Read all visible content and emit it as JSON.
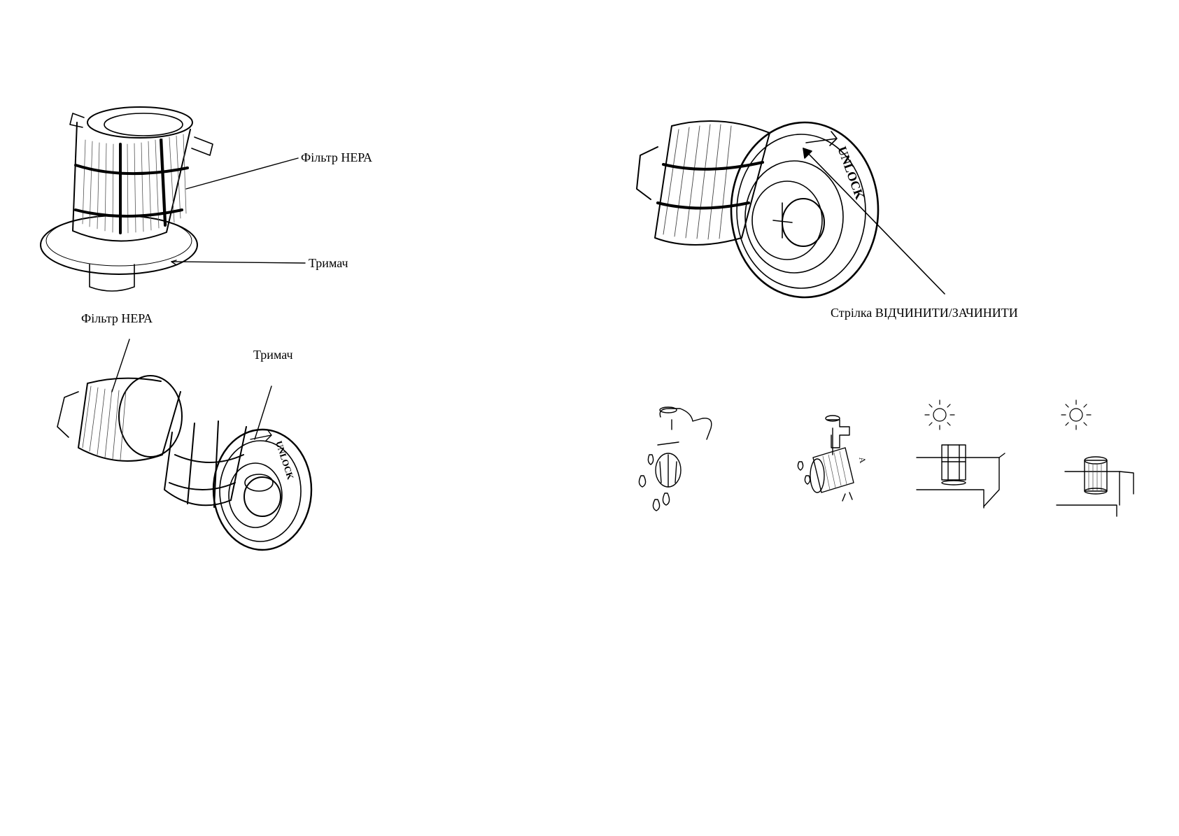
{
  "labels": {
    "hepa_filter_top": "Фільтр НЕРА",
    "holder_top": "Тримач",
    "hepa_filter_bottom": "Фільтр НЕРА",
    "holder_bottom": "Тримач",
    "lock_arrow": "Стрілка ВІДЧИНИТИ/ЗАЧИНИТИ"
  },
  "embossed_text": {
    "unlock": "UNLOCK"
  },
  "glyphs": {
    "step_marker": "A"
  },
  "icons": [
    "filter-assembly-drawing",
    "filter-exploded-drawing",
    "filter-unlock-drawing",
    "rinse-under-tap-icon",
    "rinse-filter-under-tap-icon",
    "sun-icon",
    "dry-filter-holder-icon",
    "dry-hepa-filter-icon"
  ]
}
